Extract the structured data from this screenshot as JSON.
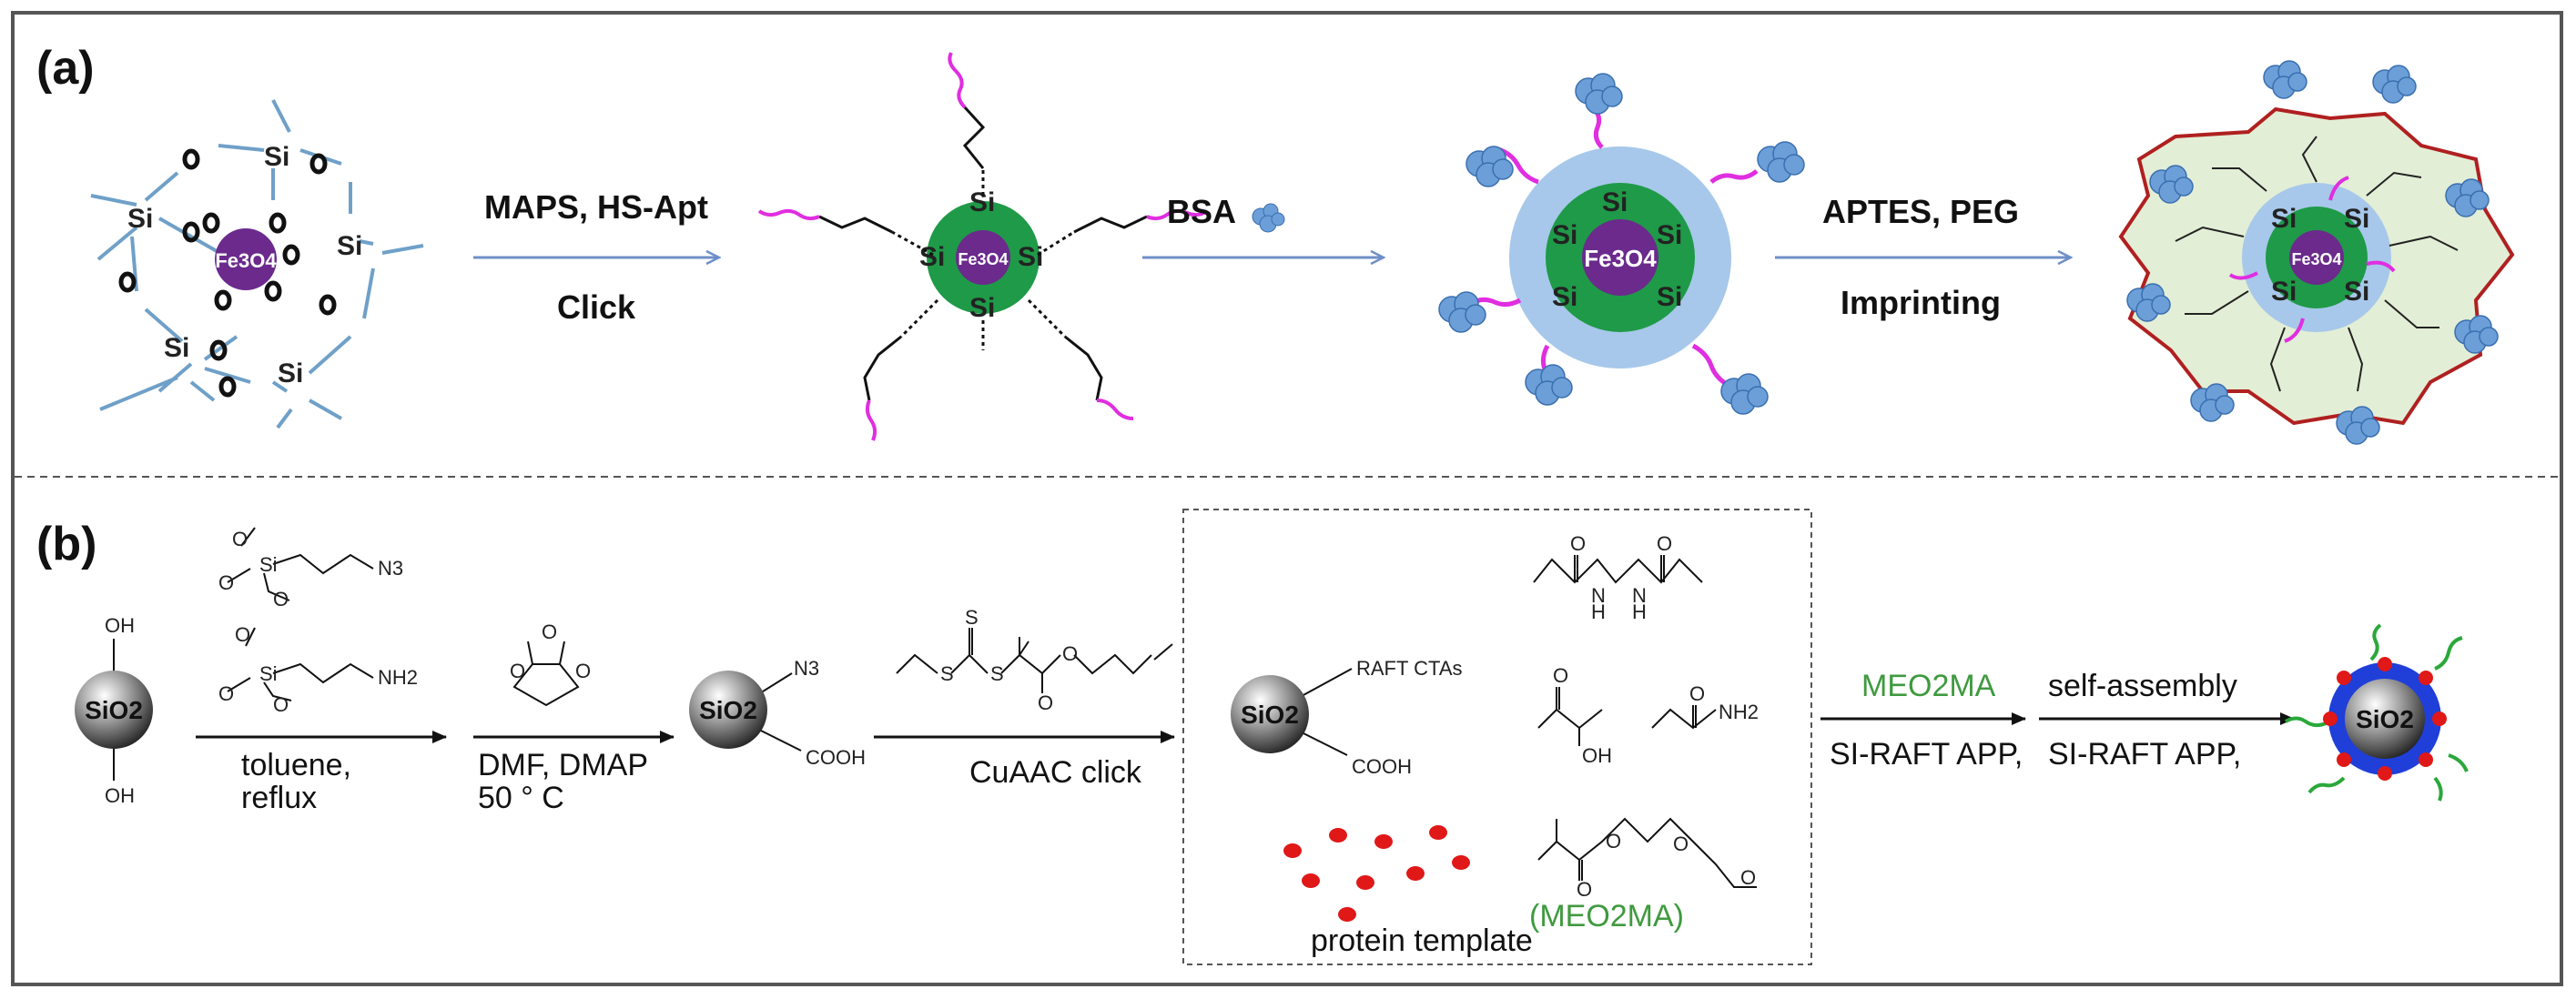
{
  "panel_a": {
    "label": "(a)",
    "core": "Fe3O4",
    "silicon": "Si",
    "oxygen": "O",
    "step1_top": "MAPS, HS-Apt",
    "step1_bottom": "Click",
    "step2": "BSA",
    "step3_top": "APTES, PEG",
    "step3_bottom": "Imprinting"
  },
  "panel_b": {
    "label": "(b)",
    "sio2": "SiO2",
    "oh": "OH",
    "n3": "N3",
    "nh2": "NH2",
    "cooh": "COOH",
    "o": "O",
    "si": "Si",
    "s": "S",
    "h": "H",
    "n": "N",
    "step1": [
      "toluene,",
      "reflux"
    ],
    "step2": [
      "DMF, DMAP",
      "50 ° C"
    ],
    "step3": "CuAAC click",
    "raft": "RAFT CTAs",
    "protein": "protein template",
    "meo2ma_paren": "(MEO2MA)",
    "step4_top": "MEO2MA",
    "step4_bottom": "SI-RAFT APP,",
    "step5_top": "self-assembly",
    "step5_bottom": "SI-RAFT APP,"
  }
}
